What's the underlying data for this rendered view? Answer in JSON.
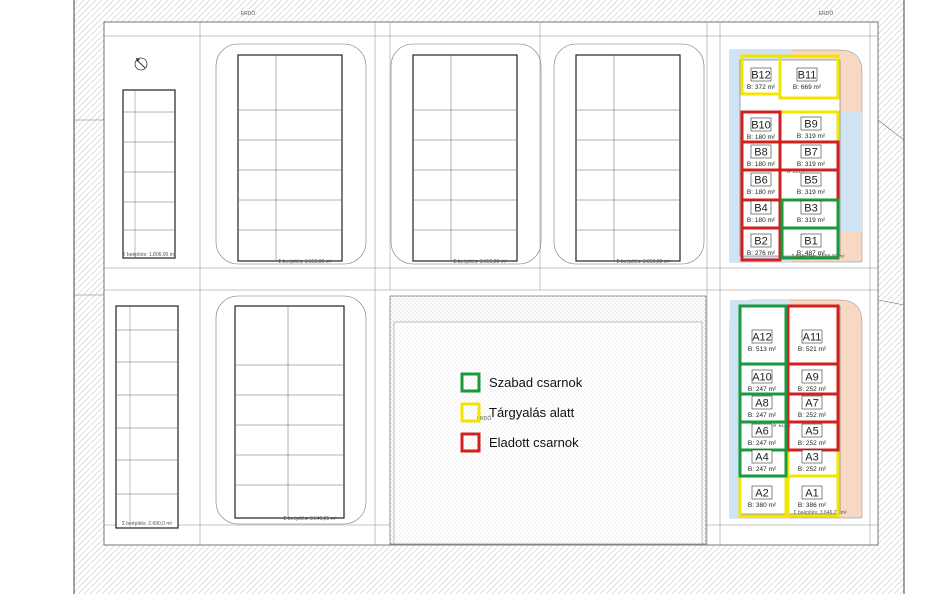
{
  "top_labels": [
    "ERDŐ",
    "ERDŐ"
  ],
  "center_label": "ERDŐ",
  "building_labels": [
    "A' ÉLET",
    "B' ÉLET"
  ],
  "block_labels": {
    "left_top": "Σ beépítés: 1.806,00 m²",
    "left_bottom": "Σ beépítés: 2.690,0 m²",
    "m1_top": "Σ beépítés: 3.656,00 m²",
    "m2_top": "Σ beépítés: 3.656,00 m²",
    "m3_top": "Σ beépítés: 3.656,00 m²",
    "m1_bottom": "Σ beépítés: 3.646,25 m²",
    "b_block": "Σ beépítés: 3.656,00 m²",
    "a_block": "Σ beépítés: 3.646,25 m²"
  },
  "legend": [
    {
      "label": "Szabad csarnok",
      "color": "#1a9a3c"
    },
    {
      "label": "Tárgyalás alatt",
      "color": "#f2e600"
    },
    {
      "label": "Eladott csarnok",
      "color": "#d21f1f"
    }
  ],
  "units": [
    {
      "id": "B12",
      "area": "B: 372 m²",
      "status": "negotiating"
    },
    {
      "id": "B11",
      "area": "B: 669 m²",
      "status": "negotiating"
    },
    {
      "id": "B10",
      "area": "B: 180 m²",
      "status": "sold"
    },
    {
      "id": "B9",
      "area": "B: 319 m²",
      "status": "negotiating"
    },
    {
      "id": "B8",
      "area": "B: 180 m²",
      "status": "sold"
    },
    {
      "id": "B7",
      "area": "B: 319 m²",
      "status": "sold"
    },
    {
      "id": "B6",
      "area": "B: 180 m²",
      "status": "sold"
    },
    {
      "id": "B5",
      "area": "B: 319 m²",
      "status": "sold"
    },
    {
      "id": "B4",
      "area": "B: 180 m²",
      "status": "sold"
    },
    {
      "id": "B3",
      "area": "B: 319 m²",
      "status": "free"
    },
    {
      "id": "B2",
      "area": "B: 276 m²",
      "status": "sold"
    },
    {
      "id": "B1",
      "area": "B: 487 m²",
      "status": "free"
    },
    {
      "id": "A12",
      "area": "B: 513 m²",
      "status": "free"
    },
    {
      "id": "A11",
      "area": "B: 521 m²",
      "status": "sold"
    },
    {
      "id": "A10",
      "area": "B: 247 m²",
      "status": "free"
    },
    {
      "id": "A9",
      "area": "B: 252 m²",
      "status": "sold"
    },
    {
      "id": "A8",
      "area": "B: 247 m²",
      "status": "free"
    },
    {
      "id": "A7",
      "area": "B: 252 m²",
      "status": "sold"
    },
    {
      "id": "A6",
      "area": "B: 247 m²",
      "status": "free"
    },
    {
      "id": "A5",
      "area": "B: 252 m²",
      "status": "sold"
    },
    {
      "id": "A4",
      "area": "B: 247 m²",
      "status": "free"
    },
    {
      "id": "A3",
      "area": "B: 252 m²",
      "status": "negotiating"
    },
    {
      "id": "A2",
      "area": "B: 380 m²",
      "status": "negotiating"
    },
    {
      "id": "A1",
      "area": "B: 386 m²",
      "status": "negotiating"
    }
  ]
}
